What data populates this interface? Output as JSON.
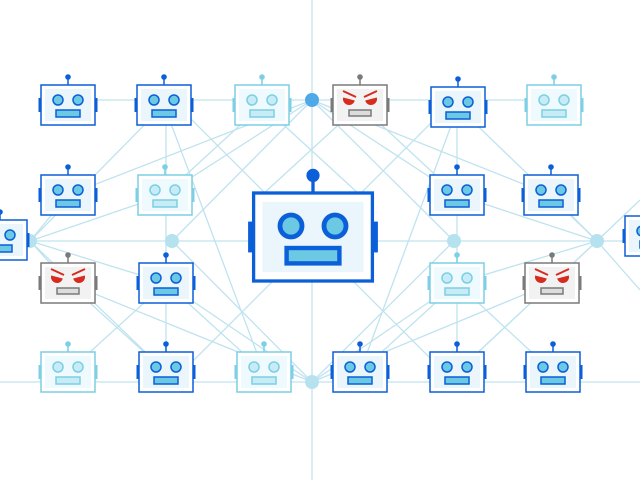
{
  "colors": {
    "line": "#bfe3ef",
    "node_light": "#b6e2f0",
    "node_blue": "#4fa9e6",
    "blue_outline": "#0b5fd8",
    "blue_fill": "#eaf6fb",
    "blue_eye": "#6cc9e4",
    "light_outline": "#7ccfe4",
    "light_fill": "#eefafd",
    "light_eye": "#c7ecf6",
    "evil_outline": "#7a7a7a",
    "evil_fill": "#f2f2f2",
    "evil_eye": "#d62b1e"
  },
  "robots": [
    {
      "kind": "blue"
    },
    {
      "kind": "blue"
    },
    {
      "kind": "light"
    },
    {
      "kind": "evil"
    },
    {
      "kind": "blue"
    },
    {
      "kind": "light"
    },
    {
      "kind": "blue"
    },
    {
      "kind": "light"
    },
    {
      "kind": "blue"
    },
    {
      "kind": "blue"
    },
    {
      "kind": "blue"
    },
    {
      "kind": "blue"
    },
    {
      "kind": "evil"
    },
    {
      "kind": "blue"
    },
    {
      "kind": "light"
    },
    {
      "kind": "evil"
    },
    {
      "kind": "light"
    },
    {
      "kind": "blue"
    },
    {
      "kind": "light"
    },
    {
      "kind": "blue"
    },
    {
      "kind": "blue"
    },
    {
      "kind": "blue"
    },
    {
      "kind": "main"
    }
  ]
}
